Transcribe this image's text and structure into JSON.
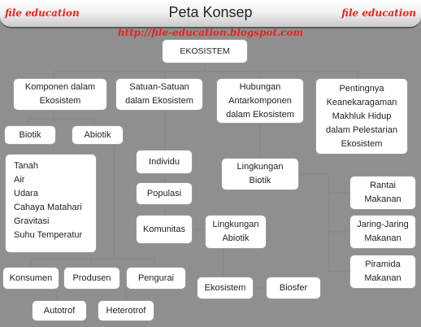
{
  "header": {
    "title": "Peta Konsep",
    "brand_left": "file education",
    "brand_right": "file education",
    "url": "http://file-education.blogspot.com"
  },
  "nodes": {
    "ekosistem_root": "EKOSISTEM",
    "komponen": "Komponen dalam\nEkosistem",
    "satuan": "Satuan-Satuan\ndalam Ekosistem",
    "hubungan": "Hubungan\nAntarkomponen\ndalam Ekosistem",
    "pentingnya": "Pentingnya\nKeanekaragaman\nMakhluk Hidup\ndalam Pelestarian\nEkosistem",
    "biotik": "Biotik",
    "abiotik": "Abiotik",
    "abiotik_list": "Tanah\nAir\nUdara\nCahaya Matahari\nGravitasi\nSuhu Temperatur",
    "individu": "Individu",
    "populasi": "Populasi",
    "komunitas": "Komunitas",
    "lingkungan_biotik": "Lingkungan\nBiotik",
    "lingkungan_abiotik": "Lingkungan\nAbiotik",
    "rantai": "Rantai\nMakanan",
    "jaring": "Jaring-Jaring\nMakanan",
    "piramida": "Piramida\nMakanan",
    "konsumen": "Konsumen",
    "produsen": "Produsen",
    "pengurai": "Pengurai",
    "autotrof": "Autotrof",
    "heterotrof": "Heterotrof",
    "ekosistem": "Ekosistem",
    "biosfer": "Biosfer"
  },
  "colors": {
    "brand": "#e8241b",
    "background": "#8f8f8f",
    "line": "#8a8a8a"
  }
}
